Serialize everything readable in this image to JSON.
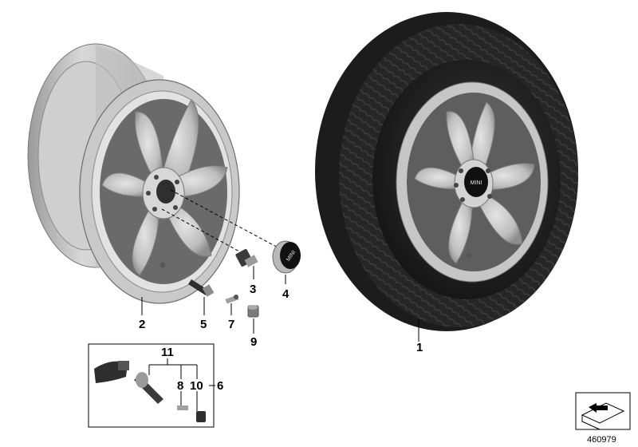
{
  "diagram": {
    "callouts": {
      "c1": "1",
      "c2": "2",
      "c3": "3",
      "c4": "4",
      "c5": "5",
      "c6": "6",
      "c7": "7",
      "c8": "8",
      "c9": "9",
      "c10": "10",
      "c11": "11"
    },
    "cap_logo_text": "MINI",
    "document_number": "460979"
  },
  "colors": {
    "rim_light": "#d0d0d0",
    "rim_mid": "#a8a8a8",
    "rim_dark": "#7a7a7a",
    "tire": "#2b2b2b",
    "tire_dark": "#1a1a1a",
    "outline": "#000000"
  }
}
